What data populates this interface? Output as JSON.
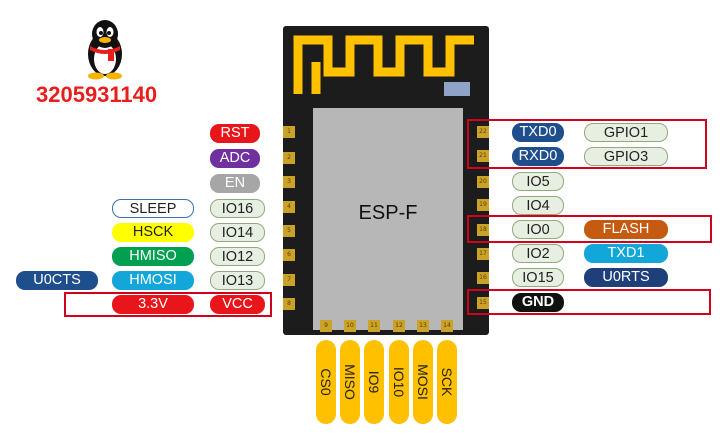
{
  "qq_number": "3205931140",
  "chip_label": "ESP-F",
  "colors": {
    "module": "#1c1c1c",
    "shield": "#b7b7b7",
    "antenna": "#ffc000",
    "highlight_box": "#d0021b",
    "reset": "#e8151b",
    "adc": "#7030a0",
    "uart": "#1f4e8c",
    "flash": "#c55a11",
    "spi_cs_label": "#ffff00"
  },
  "pins": {
    "p1": {
      "num": "1",
      "fn": "RST"
    },
    "p2": {
      "num": "2",
      "fn": "ADC"
    },
    "p3": {
      "num": "3",
      "fn": "EN"
    },
    "p4": {
      "num": "4",
      "fn": "IO16",
      "alt": "SLEEP"
    },
    "p5": {
      "num": "5",
      "fn": "IO14",
      "alt": "HSCK"
    },
    "p6": {
      "num": "6",
      "fn": "IO12",
      "alt": "HMISO"
    },
    "p7": {
      "num": "7",
      "fn": "IO13",
      "alt": "HMOSI",
      "alt2": "U0CTS"
    },
    "p8": {
      "num": "8",
      "fn": "VCC",
      "alt": "3.3V"
    },
    "p9": {
      "num": "9",
      "fn": "CS0"
    },
    "p10": {
      "num": "10",
      "fn": "MISO"
    },
    "p11": {
      "num": "11",
      "fn": "IO9"
    },
    "p12": {
      "num": "12",
      "fn": "IO10"
    },
    "p13": {
      "num": "13",
      "fn": "MOSI"
    },
    "p14": {
      "num": "14",
      "fn": "SCK"
    },
    "p15": {
      "num": "15",
      "fn": "GND"
    },
    "p16": {
      "num": "16",
      "fn": "IO15",
      "alt": "U0RTS"
    },
    "p17": {
      "num": "17",
      "fn": "IO2",
      "alt": "TXD1"
    },
    "p18": {
      "num": "18",
      "fn": "IO0",
      "alt": "FLASH"
    },
    "p19": {
      "num": "19",
      "fn": "IO4"
    },
    "p20": {
      "num": "20",
      "fn": "IO5"
    },
    "p21": {
      "num": "21",
      "fn": "RXD0",
      "alt": "GPIO3"
    },
    "p22": {
      "num": "22",
      "fn": "TXD0",
      "alt": "GPIO1"
    }
  }
}
